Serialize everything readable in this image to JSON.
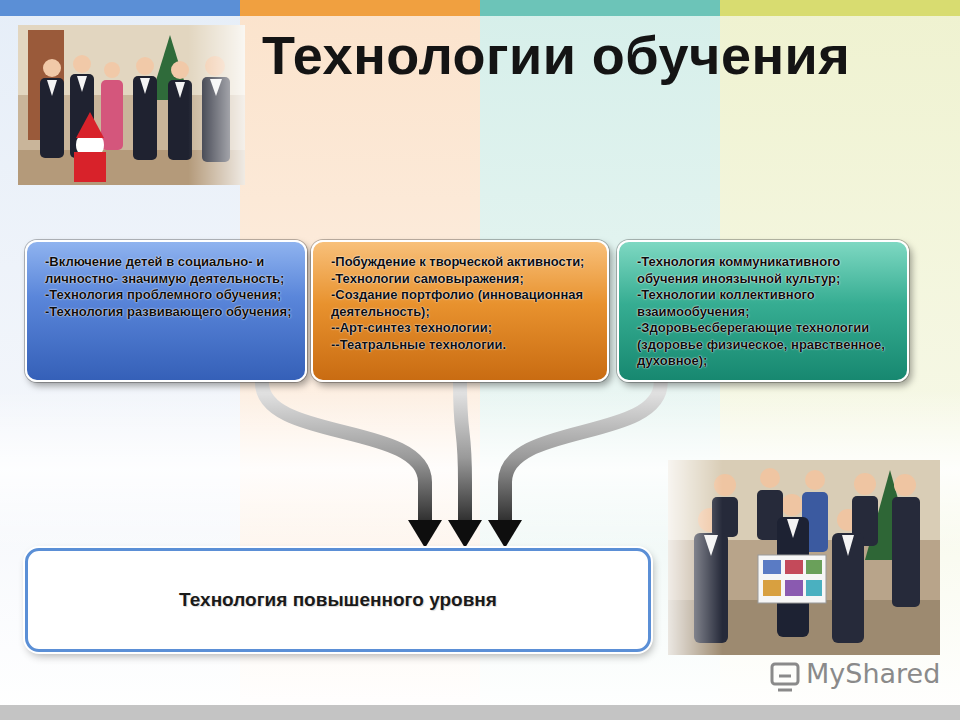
{
  "diagram": {
    "title": "Технологии обучения",
    "nodes": [
      {
        "text": [
          "-Включение детей в социально- и личностно- значимую деятельность;",
          "-Технология проблемного обучения;",
          "-Технология развивающего обучения;"
        ]
      },
      {
        "text": [
          "-Побуждение к творческой активности;",
          "-Технологии самовыражения;",
          "-Создание портфолио (инновационная деятельность);",
          "--Арт-синтез технологии;",
          "--Театральные технологии."
        ]
      },
      {
        "text": [
          "-Технология коммуникативного обучения иноязычной культур;",
          "-Технологии коллективного взаимообучения;",
          "-Здоровьесберегающие технологии (здоровье физическое, нравственное, духовное);"
        ]
      },
      {
        "text": [
          "Технология повышенного уровня"
        ]
      }
    ],
    "edges": [
      {
        "from": 0,
        "to": 3,
        "arrow": "to"
      },
      {
        "from": 1,
        "to": 3,
        "arrow": "to"
      },
      {
        "from": 2,
        "to": 3,
        "arrow": "to"
      }
    ],
    "labels": [
      "MyShared"
    ]
  }
}
